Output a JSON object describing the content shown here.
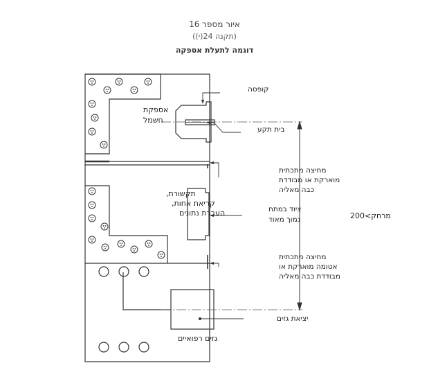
{
  "header": {
    "figure_number": "איור מספר 16",
    "regulation": "(תקנה 24(י))",
    "title": "דוגמה לתעלת אספקה"
  },
  "labels": {
    "electric_supply": [
      "אספקת",
      "חשמל"
    ],
    "communications": [
      "תקשורת,",
      "קריאת אחות,",
      "העברת נתונים"
    ],
    "medical_gases": "גזים רפואיים",
    "box": "קופסה",
    "socket": "בית תקע",
    "partition_1": [
      "מחיצה מתכתית",
      "מוארקת או מבודדת",
      "כבה מאליה"
    ],
    "low_voltage": [
      "ציוד במתח",
      "נמוך מאוד"
    ],
    "partition_2": [
      "מחיצה מתכתית",
      "אטומה מוארקת או",
      "מבודדת כבה מאליה"
    ],
    "gas_outlet": "יציאת גזים",
    "distance": "מרחק>200"
  }
}
